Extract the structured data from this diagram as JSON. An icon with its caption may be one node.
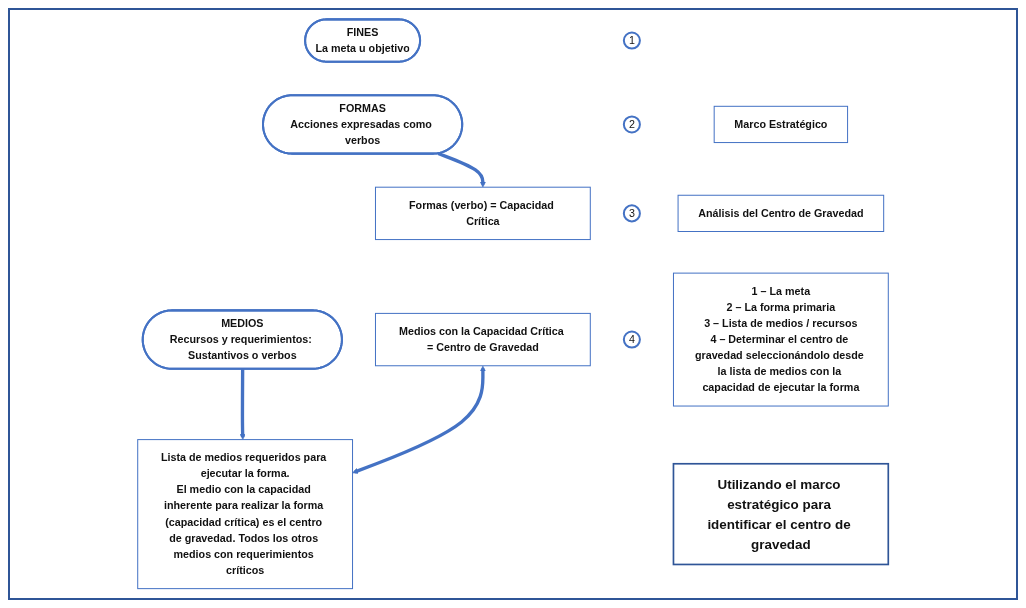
{
  "diagram": {
    "nodes": [
      {
        "text": [
          "Marco Estratégico"
        ]
      },
      {
        "text": [
          "Análisis del Centro de Gravedad"
        ]
      },
      {
        "text": [
          "FINES",
          "La meta u objetivo"
        ]
      },
      {
        "text": [
          "1"
        ]
      },
      {
        "text": [
          "FORMAS",
          "Acciones expresadas como verbos"
        ]
      },
      {
        "text": [
          "2"
        ]
      },
      {
        "text": [
          "Formas (verbo) = Capacidad Crítica"
        ]
      },
      {
        "text": [
          "MEDIOS",
          "Recursos y requerimientos: Sustantivos o verbos"
        ]
      },
      {
        "text": [
          "3"
        ]
      },
      {
        "text": [
          "Medios con la Capacidad Crítica = Centro de Gravedad"
        ]
      },
      {
        "text": [
          "4"
        ]
      },
      {
        "text": [
          "Lista de medios requeridos para ejecutar la forma.",
          "El medio con la capacidad inherente para realizar la forma (capacidad crítica) es el centro de gravedad. Todos los otros medios con requerimientos críticos"
        ]
      },
      {
        "text": [
          "1 – La meta",
          "2 – La forma primaria",
          "3 – Lista de medios / recursos",
          "4 – Determinar el centro de gravedad seleccionándolo desde la lista de medios con la capacidad de ejecutar la forma"
        ]
      },
      {
        "text": [
          "Utilizando el marco estratégico para identificar el centro de gravedad"
        ]
      }
    ],
    "edges": [
      {
        "from": 4,
        "to": 6,
        "arrow": "to"
      },
      {
        "from": 7,
        "to": 11,
        "arrow": "to"
      },
      {
        "from": 9,
        "to": 11,
        "arrow": "both"
      }
    ]
  }
}
